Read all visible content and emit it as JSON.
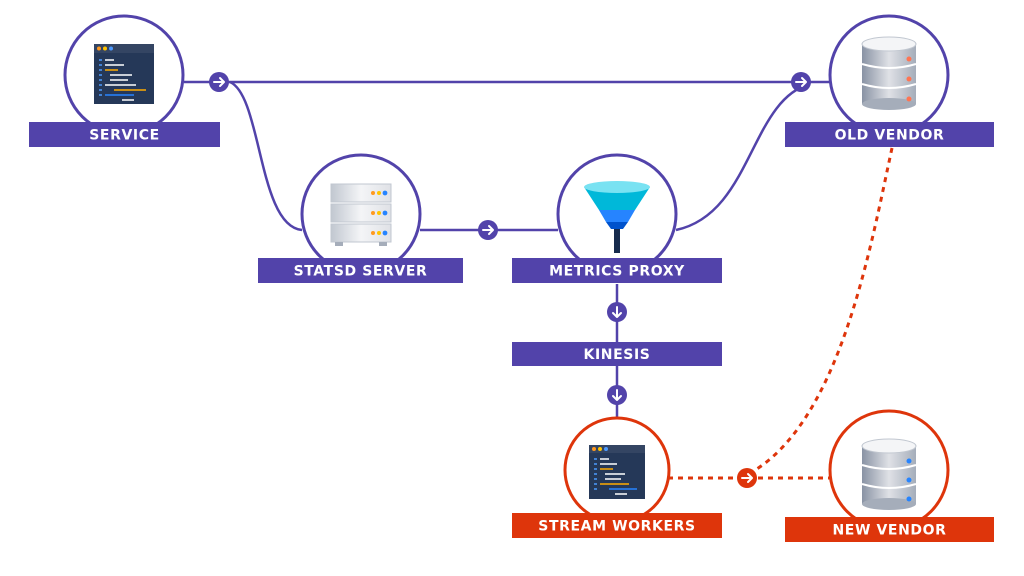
{
  "nodes": {
    "service": "SERVICE",
    "statsd": "STATSD SERVER",
    "proxy": "METRICS PROXY",
    "old_vendor": "OLD VENDOR",
    "kinesis": "KINESIS",
    "stream_workers": "STREAM WORKERS",
    "new_vendor": "NEW VENDOR"
  },
  "colors": {
    "purple": "#5243AA",
    "orange": "#DE350B",
    "dark_panel": "#253858",
    "funnel_top": "#00B8D9",
    "funnel_mid": "#2684FF",
    "funnel_low": "#0052CC"
  },
  "icons": {
    "service": "code-window-icon",
    "statsd": "server-rack-icon",
    "proxy": "funnel-icon",
    "old_vendor": "database-icon",
    "stream_workers": "code-window-icon",
    "new_vendor": "database-icon"
  }
}
